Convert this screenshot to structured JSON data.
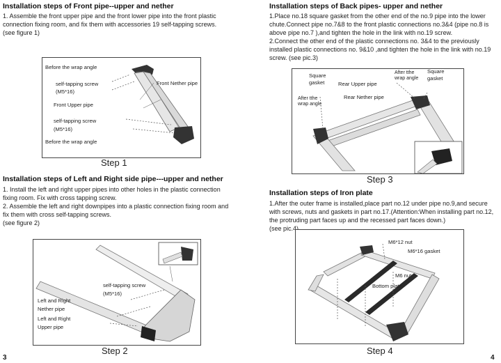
{
  "left_page": {
    "section1": {
      "title": "Installation steps of Front pipe--upper and nether",
      "body": "1. Assemble the front upper pipe and the front lower pipe into the front plastic\nconnection fixing room, and fix them with accessories 19 self-tapping screws.\n(see figure 1)"
    },
    "figure1": {
      "labels": {
        "wrap_top": "Before the wrap angle",
        "screw_top_1": "self-tapping screw",
        "screw_top_2": "(M5*16)",
        "front_nether": "Front Nether pipe",
        "front_upper": "Front Upper pipe",
        "screw_bot_1": "self-tapping screw",
        "screw_bot_2": "(M5*16)",
        "wrap_bot": "Before the wrap angle"
      },
      "step": "Step 1"
    },
    "section2": {
      "title": "Installation steps of Left and Right side pipe---upper and nether",
      "body": "1. Install the left and right upper pipes into other holes in the plastic connection\nfixing room. Fix with cross tapping screw.\n2. Assemble the left and right downpipes into a plastic connection fixing room and\nfix them with cross self-tapping screws.\n(see figure 2)"
    },
    "figure2": {
      "labels": {
        "screw_1": "self-tapping screw",
        "screw_2": "(M5*16)",
        "nether_1": "Left and Right",
        "nether_2": "Nether pipe",
        "upper_1": "Left and Right",
        "upper_2": "Upper pipe"
      },
      "step": "Step 2"
    },
    "page_number": "3"
  },
  "right_page": {
    "section3": {
      "title": "Installation steps of Back pipes- upper and nether",
      "body": "1.Place no.18 square gasket from the other end of the no.9 pipe into the lower\nchute.Connect pipe no.7&8 to the front plastic connections no.3&4 (pipe no.8 is\nabove pipe no.7 ),and tighten the hole in the link with no.19 screw.\n2.Connect the other end of the plastic connections no. 3&4 to the previously\ninstalled plastic connections no. 9&10 ,and tighten the hole in the link with no.19\nscrew. (see pic.3)"
    },
    "figure3": {
      "labels": {
        "sq_left_1": "Square",
        "sq_left_2": "gasket",
        "rear_upper": "Rear Upper pipe",
        "after_tr_1": "After tthe",
        "after_tr_2": "wrap angle",
        "sq_right_1": "Square",
        "sq_right_2": "gasket",
        "after_l_1": "After tthe",
        "after_l_2": "wrap angle",
        "rear_nether": "Rear Nether pipe"
      },
      "step": "Step 3"
    },
    "section4": {
      "title": "Installation steps of Iron plate",
      "body": "1.After the outer frame is installed,place part no.12 under pipe no.9,and secure\nwith screws, nuts and gaskets in part no.17.(Attention:When installing part no.12,\nthe protruding part faces up and the recessed part faces down.)\n(see pic.4)"
    },
    "figure4": {
      "labels": {
        "m6_12": "M6*12 nut",
        "m6_16": "M6*16 gasket",
        "m6_nut": "M6 nut",
        "bottom_plate": "Bottom plate"
      },
      "step": "Step 4"
    },
    "page_number": "4"
  }
}
